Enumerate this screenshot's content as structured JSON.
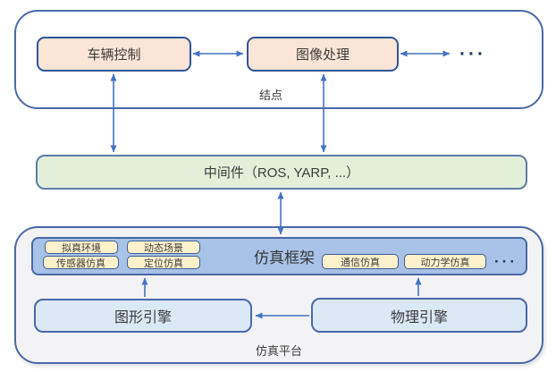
{
  "colors": {
    "arrow_blue": "#4472c4",
    "container_border": "#4a69a8",
    "node_box_fill": "#fbe5d6",
    "node_box_border": "#2f5597",
    "middleware_fill": "#e4efda",
    "platform_fill": "#f3f3f5",
    "framework_fill": "#a8c2e8",
    "module_fill": "#fdf2cc",
    "engine_fill": "#dbe8f6",
    "dots_color": "#17375e"
  },
  "nodes_section": {
    "label": "结点",
    "boxes": [
      {
        "label": "车辆控制"
      },
      {
        "label": "图像处理"
      }
    ],
    "more": "···"
  },
  "middleware": {
    "label": "中间件（ROS, YARP, ...）"
  },
  "platform": {
    "label": "仿真平台",
    "framework": {
      "label": "仿真框架",
      "modules_left": [
        "拟真环境",
        "动态场景",
        "传感器仿真",
        "定位仿真"
      ],
      "modules_right": [
        "通信仿真",
        "动力学仿真"
      ],
      "more": "···"
    },
    "engines": [
      {
        "label": "图形引擎"
      },
      {
        "label": "物理引擎"
      }
    ]
  }
}
